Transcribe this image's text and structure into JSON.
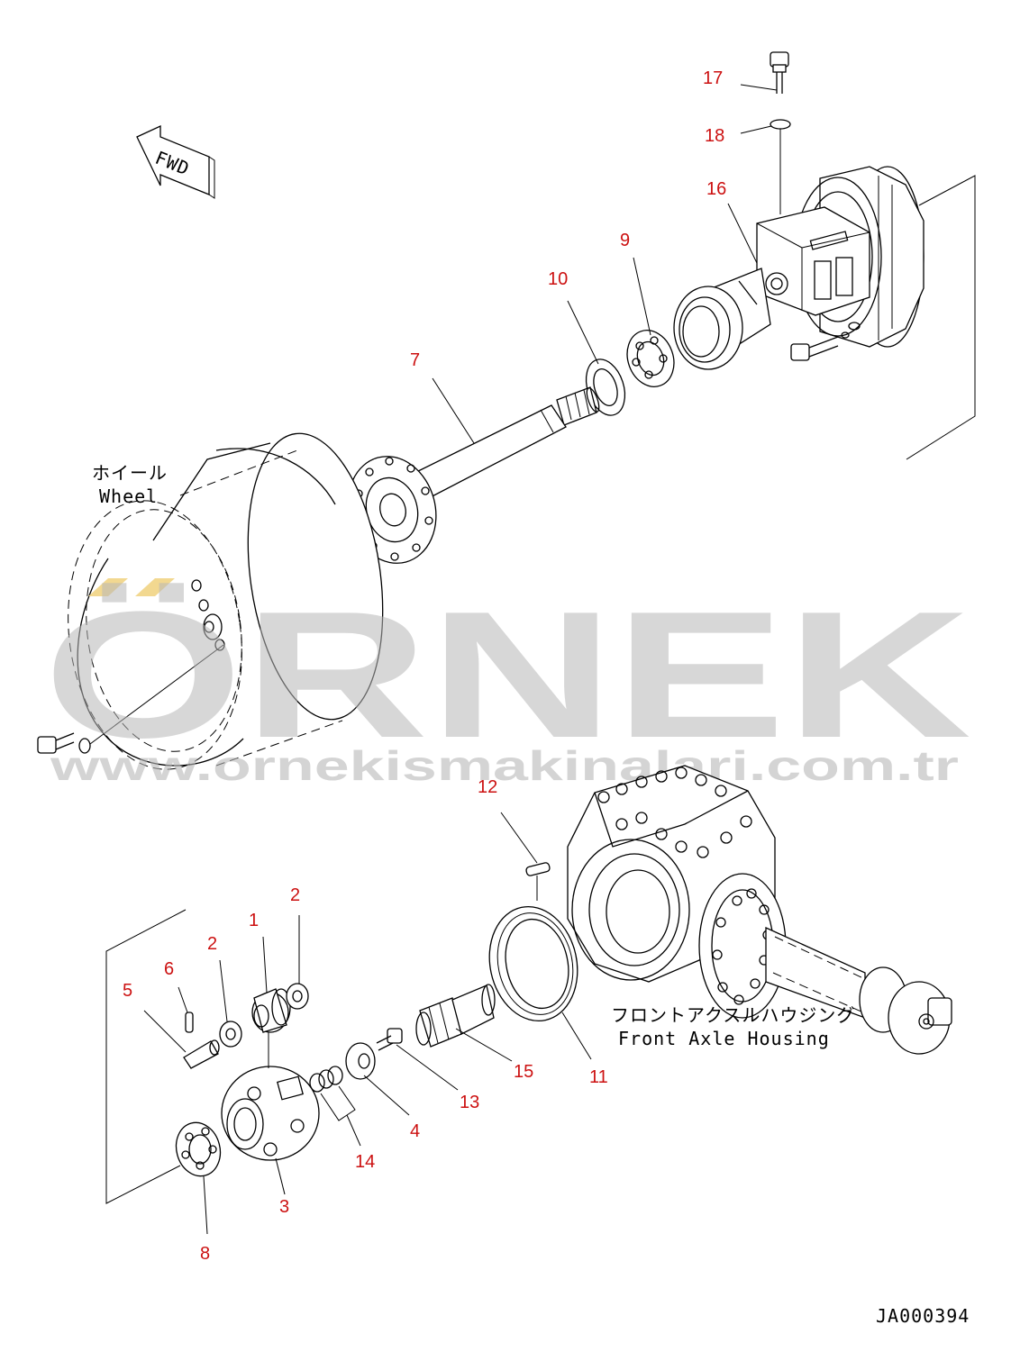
{
  "watermark": {
    "brand": "ÖRNEK",
    "url": "www.ornekismakinalari.com.tr",
    "accent_color": "#f2d890",
    "text_color": "#b8b8b8"
  },
  "fwd_label": "FWD",
  "labels": {
    "wheel_jp": "ホイール",
    "wheel_en": "Wheel",
    "housing_jp": "フロントアクスルハウジング",
    "housing_en": "Front Axle Housing"
  },
  "callouts": {
    "c1": "1",
    "c2a": "2",
    "c2b": "2",
    "c3": "3",
    "c4": "4",
    "c5": "5",
    "c6": "6",
    "c7": "7",
    "c8": "8",
    "c9": "9",
    "c10": "10",
    "c11": "11",
    "c12": "12",
    "c13": "13",
    "c14": "14",
    "c15": "15",
    "c16": "16",
    "c17": "17",
    "c18": "18"
  },
  "drawing_code": "JA000394",
  "colors": {
    "callout": "#cc1111",
    "line": "#000000"
  }
}
